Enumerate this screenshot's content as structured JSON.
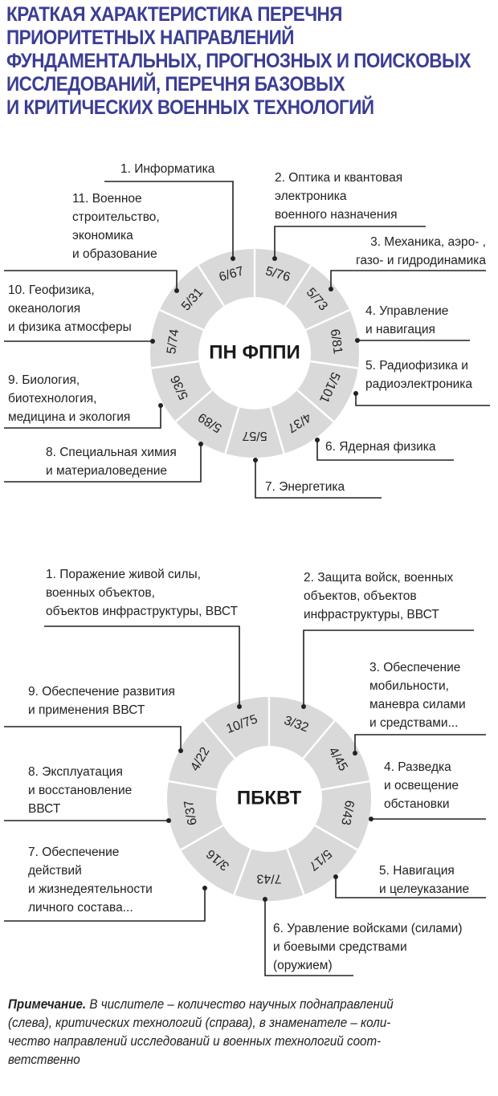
{
  "title_lines": [
    "Краткая характеристика перечня",
    "приоритетных направлений",
    "фундаментальных, прогнозных и поисковых",
    "исследований, перечня базовых",
    "и критических военных технологий"
  ],
  "diagram1": {
    "center": "ПН ФППИ",
    "items": [
      {
        "lines": [
          "1. Информатика"
        ],
        "value": "6/67"
      },
      {
        "lines": [
          "2. Оптика и квантовая",
          "электроника",
          "военного назначения"
        ],
        "value": "5/76"
      },
      {
        "lines": [
          "3. Механика, аэро- ,",
          "газо- и гидродинамика"
        ],
        "value": "5/73"
      },
      {
        "lines": [
          "4. Управление",
          "и навигация"
        ],
        "value": "6/81"
      },
      {
        "lines": [
          "5. Радиофизика и",
          "радиоэлектроника"
        ],
        "value": "5/101"
      },
      {
        "lines": [
          "6. Ядерная физика"
        ],
        "value": "4/37"
      },
      {
        "lines": [
          "7. Энергетика"
        ],
        "value": "5/57"
      },
      {
        "lines": [
          "8. Специальная химия",
          "и материаловедение"
        ],
        "value": "5/89"
      },
      {
        "lines": [
          "9. Биология,",
          "биотехнология,",
          "медицина и экология"
        ],
        "value": "5/36"
      },
      {
        "lines": [
          "10. Геофизика,",
          "океанология",
          "и физика атмосферы"
        ],
        "value": "5/74"
      },
      {
        "lines": [
          "11. Военное",
          "строительство,",
          "экономика",
          "и образование"
        ],
        "value": "5/31"
      }
    ]
  },
  "diagram2": {
    "center": "ПБКВТ",
    "items": [
      {
        "lines": [
          "1. Поражение живой силы,",
          "военных объектов,",
          "объектов инфраструктуры, ВВСТ"
        ],
        "value": "10/75"
      },
      {
        "lines": [
          "2. Защита войск, военных",
          "объектов, объектов",
          "инфраструктуры, ВВСТ"
        ],
        "value": "3/32"
      },
      {
        "lines": [
          "3. Обеспечение",
          "мобильности,",
          "маневра силами",
          "и средствами..."
        ],
        "value": "4/45"
      },
      {
        "lines": [
          "4. Разведка",
          "и освещение",
          "обстановки"
        ],
        "value": "6/43"
      },
      {
        "lines": [
          "5. Навигация",
          "и целеуказание"
        ],
        "value": "5/17"
      },
      {
        "lines": [
          "6. Уравление войсками (силами)",
          "и боевыми средствами",
          "(оружием)"
        ],
        "value": "7/43"
      },
      {
        "lines": [
          "7. Обеспечение",
          "действий",
          "и жизнедеятельности",
          "личного состава..."
        ],
        "value": "3/16"
      },
      {
        "lines": [
          "8. Эксплуатация",
          "и восстановление",
          "ВВСТ"
        ],
        "value": "6/37"
      },
      {
        "lines": [
          "9. Обеспечение развития",
          "и применения ВВСТ"
        ],
        "value": "4/22"
      }
    ]
  },
  "note": {
    "label": "Примечание.",
    "lines": [
      " В числителе – количество научных поднаправлений",
      "(слева), критических технологий (справа), в знаменателе – коли-",
      "чество направлений исследований и военных технологий соот-",
      "ветственно"
    ]
  },
  "colors": {
    "title": "#3b3d94",
    "ring": "#d9d9d9",
    "line": "#222222"
  }
}
